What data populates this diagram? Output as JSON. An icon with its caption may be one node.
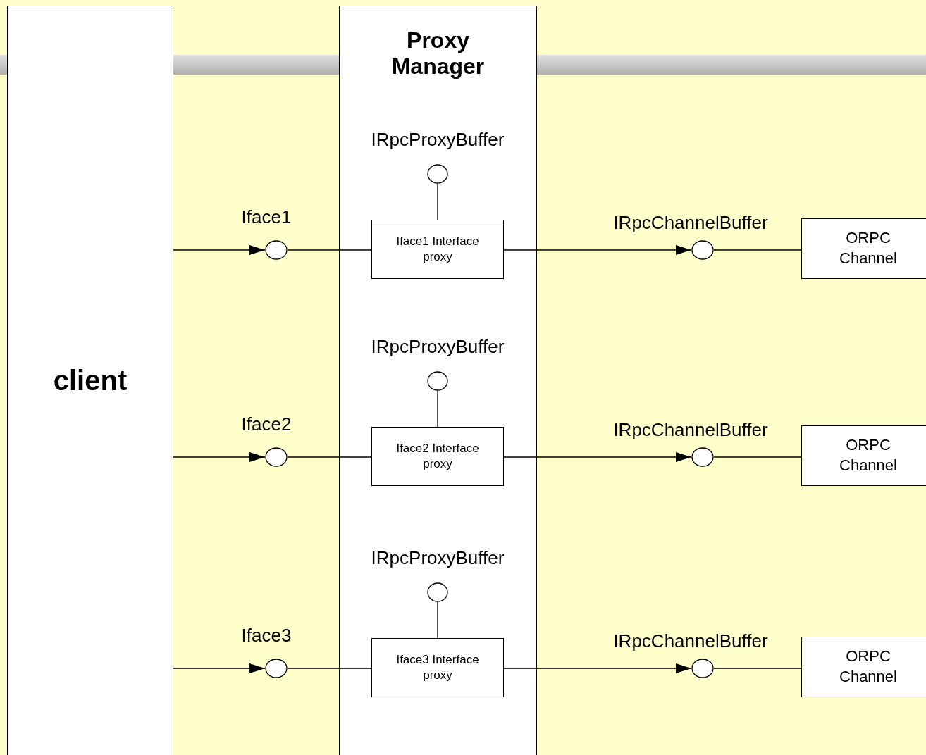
{
  "diagram": {
    "nodes": [
      {
        "text": [
          "client"
        ]
      },
      {
        "text": [
          "Proxy Manager"
        ]
      },
      {
        "text": [],
        "shape": "circle",
        "in": 1,
        "beside": [
          "IRpcProxyBuffer"
        ]
      },
      {
        "text": [],
        "shape": "circle",
        "beside": [
          "Iface1"
        ]
      },
      {
        "text": [
          "Iface1 Interface proxy"
        ],
        "in": 1
      },
      {
        "text": [],
        "shape": "circle",
        "beside": [
          "IRpcChannelBuffer"
        ]
      },
      {
        "text": [
          "ORPC Channel"
        ]
      },
      {
        "text": [],
        "shape": "circle",
        "in": 1,
        "beside": [
          "IRpcProxyBuffer"
        ]
      },
      {
        "text": [],
        "shape": "circle",
        "beside": [
          "Iface2"
        ]
      },
      {
        "text": [
          "Iface2 Interface proxy"
        ],
        "in": 1
      },
      {
        "text": [],
        "shape": "circle",
        "beside": [
          "IRpcChannelBuffer"
        ]
      },
      {
        "text": [
          "ORPC Channel"
        ]
      },
      {
        "text": [],
        "shape": "circle",
        "in": 1,
        "beside": [
          "IRpcProxyBuffer"
        ]
      },
      {
        "text": [],
        "shape": "circle",
        "beside": [
          "Iface3"
        ]
      },
      {
        "text": [
          "Iface3 Interface proxy"
        ],
        "in": 1
      },
      {
        "text": [],
        "shape": "circle",
        "beside": [
          "IRpcChannelBuffer"
        ]
      },
      {
        "text": [
          "ORPC Channel"
        ]
      }
    ],
    "edges": [
      {
        "from": 0,
        "to": 3,
        "arrow": "to"
      },
      {
        "from": 3,
        "to": 4,
        "arrow": "none"
      },
      {
        "from": 2,
        "to": 4,
        "arrow": "none"
      },
      {
        "from": 4,
        "to": 5,
        "arrow": "to"
      },
      {
        "from": 5,
        "to": 6,
        "arrow": "none"
      },
      {
        "from": 0,
        "to": 8,
        "arrow": "to"
      },
      {
        "from": 8,
        "to": 9,
        "arrow": "none"
      },
      {
        "from": 7,
        "to": 9,
        "arrow": "none"
      },
      {
        "from": 9,
        "to": 10,
        "arrow": "to"
      },
      {
        "from": 10,
        "to": 11,
        "arrow": "none"
      },
      {
        "from": 0,
        "to": 13,
        "arrow": "to"
      },
      {
        "from": 13,
        "to": 14,
        "arrow": "none"
      },
      {
        "from": 12,
        "to": 14,
        "arrow": "none"
      },
      {
        "from": 14,
        "to": 15,
        "arrow": "to"
      },
      {
        "from": 15,
        "to": 16,
        "arrow": "none"
      }
    ]
  }
}
